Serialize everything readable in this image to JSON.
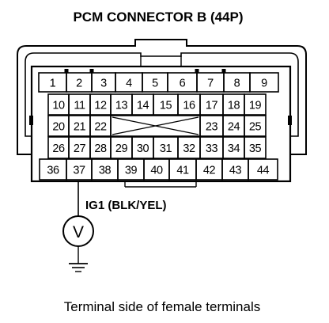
{
  "diagram": {
    "title": "PCM CONNECTOR B (44P)",
    "caption": "Terminal side of female terminals",
    "wire_label": "IG1 (BLK/YEL)",
    "voltmeter_symbol": "V",
    "probe_terminal": "37",
    "terminal_rows": [
      [
        "1",
        "2",
        "3",
        "4",
        "5",
        "6",
        "7",
        "8",
        "9"
      ],
      [
        "10",
        "11",
        "12",
        "13",
        "14",
        "15",
        "16",
        "17",
        "18",
        "19"
      ],
      [
        "20",
        "21",
        "22",
        "",
        "",
        "",
        "",
        "23",
        "24",
        "25"
      ],
      [
        "26",
        "27",
        "28",
        "29",
        "30",
        "31",
        "32",
        "33",
        "34",
        "35"
      ],
      [
        "36",
        "37",
        "38",
        "39",
        "40",
        "41",
        "42",
        "43",
        "44"
      ]
    ],
    "unused_cavity_marker": "X",
    "colors": {
      "ink": "#000000",
      "background": "#ffffff"
    }
  }
}
